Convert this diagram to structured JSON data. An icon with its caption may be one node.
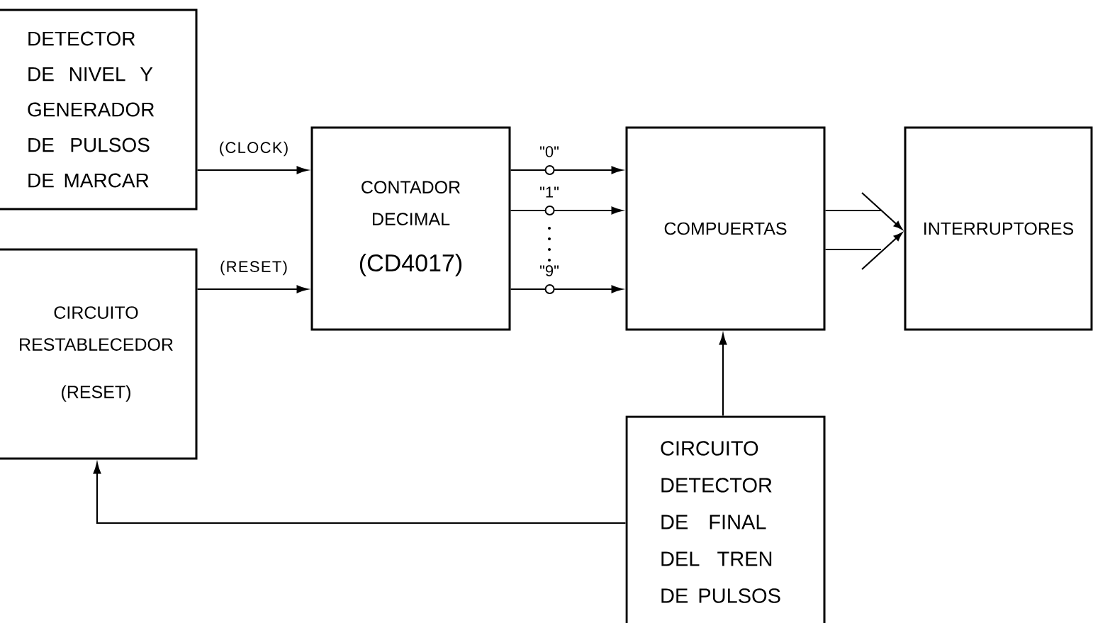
{
  "diagram": {
    "nodes": [
      {
        "text": [
          "DETECTOR DE NIVEL Y GENERADOR DE PULSOS DE MARCAR"
        ]
      },
      {
        "text": [
          "CIRCUITO RESTABLECEDOR",
          "(RESET)"
        ]
      },
      {
        "text": [
          "CONTADOR DECIMAL",
          "(CD4017)"
        ]
      },
      {
        "text": [
          "COMPUERTAS"
        ]
      },
      {
        "text": [
          "INTERRUPTORES"
        ]
      },
      {
        "text": [
          "CIRCUITO DETECTOR DE FINAL DEL TREN DE PULSOS"
        ]
      }
    ],
    "edges": [
      {
        "from": 0,
        "to": 2,
        "arrow": "to",
        "label": "(CLOCK)"
      },
      {
        "from": 1,
        "to": 2,
        "arrow": "to",
        "label": "(RESET)"
      },
      {
        "from": 2,
        "to": 3,
        "arrow": "to",
        "label": "\"0\""
      },
      {
        "from": 2,
        "to": 3,
        "arrow": "to",
        "label": "\"1\""
      },
      {
        "from": 2,
        "to": 3,
        "arrow": "to",
        "label": "\"9\""
      },
      {
        "from": 3,
        "to": 4,
        "arrow": "to"
      },
      {
        "from": 3,
        "to": 4,
        "arrow": "to"
      },
      {
        "from": 5,
        "to": 3,
        "arrow": "to"
      },
      {
        "from": 5,
        "to": 1,
        "arrow": "to"
      }
    ]
  }
}
